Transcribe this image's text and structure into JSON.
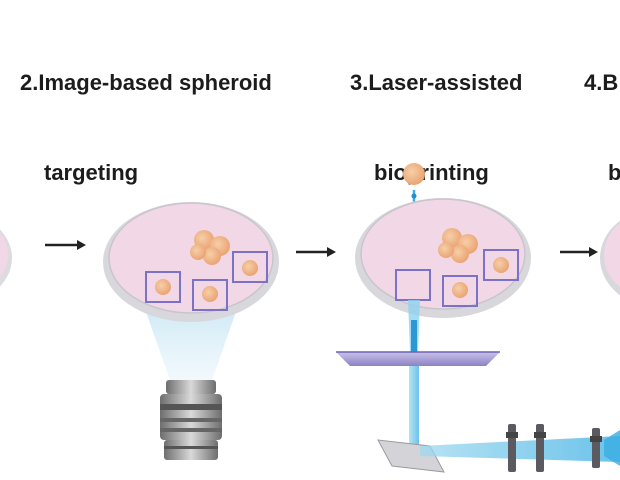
{
  "steps": [
    {
      "line1": "2.Image-based spheroid",
      "line2": "targeting"
    },
    {
      "line1": "3.Laser-assisted",
      "line2": "bioprinting"
    },
    {
      "line1": "4.B",
      "line2": "b"
    }
  ],
  "colors": {
    "dish_fill": "#f2d7e6",
    "dish_rim": "#dcdce0",
    "spheroid": "#f2b98a",
    "spheroid_core": "#e59d68",
    "target_box": "#7b72c8",
    "beam": "#6cc6ea",
    "beam_dark": "#1e8fd0",
    "objective_body": "#8a8a8a",
    "arrow": "#222222"
  }
}
